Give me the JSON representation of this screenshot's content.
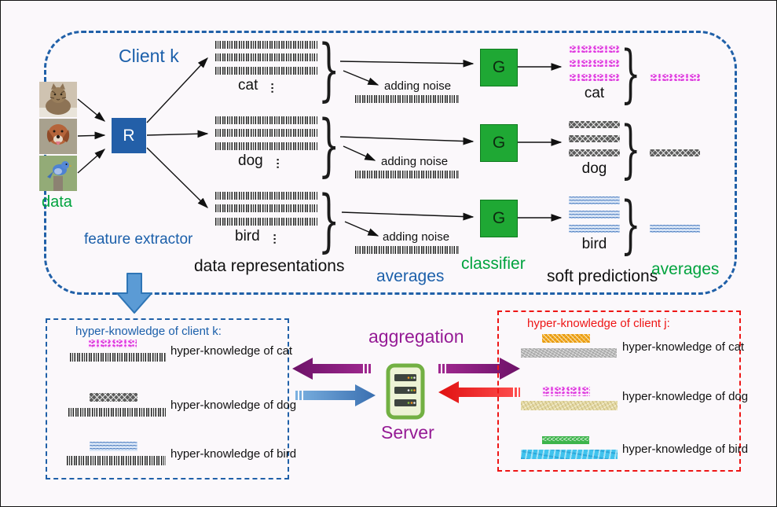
{
  "client_k": {
    "title": "Client k",
    "data_label": "data",
    "feature_extractor_label": "feature extractor",
    "feature_extractor_box": "R",
    "classifier_box": "G",
    "adding_noise_label": "adding noise",
    "data_representations_label": "data representations",
    "averages_label_blue": "averages",
    "classifier_label": "classifier",
    "soft_predictions_label": "soft predictions",
    "averages_label_green": "averages",
    "classes": [
      {
        "label": "cat"
      },
      {
        "label": "dog"
      },
      {
        "label": "bird"
      }
    ]
  },
  "hyper_knowledge_client_k": {
    "title": "hyper-knowledge of client k:",
    "items": [
      "hyper-knowledge of cat",
      "hyper-knowledge of dog",
      "hyper-knowledge of bird"
    ]
  },
  "hyper_knowledge_client_j": {
    "title": "hyper-knowledge of client j:",
    "items": [
      "hyper-knowledge of cat",
      "hyper-knowledge of dog",
      "hyper-knowledge of bird"
    ]
  },
  "aggregation": {
    "label": "aggregation",
    "server_label": "Server"
  },
  "colors": {
    "client_k_border": "#2060a8",
    "client_j_border": "#ee1515",
    "feature_extractor_box": "#235fa8",
    "classifier_box": "#1fa834",
    "cat_prediction": "#e435e4",
    "dog_prediction": "#5d5d5d",
    "bird_prediction": "#4577bd",
    "client_j_cat": "#f3a91e",
    "client_j_dog_rep": "#e6dba6",
    "client_j_bird_rep": "#40c3ee",
    "client_j_bird": "#3db44b",
    "aggregation_text": "#951b95",
    "down_arrow": "#5b9bd5",
    "blue_arrow": "#4a86c6",
    "red_arrow": "#ee1c24",
    "purple_arrow": "#8b1a8b",
    "server_icon_border": "#72b043"
  }
}
